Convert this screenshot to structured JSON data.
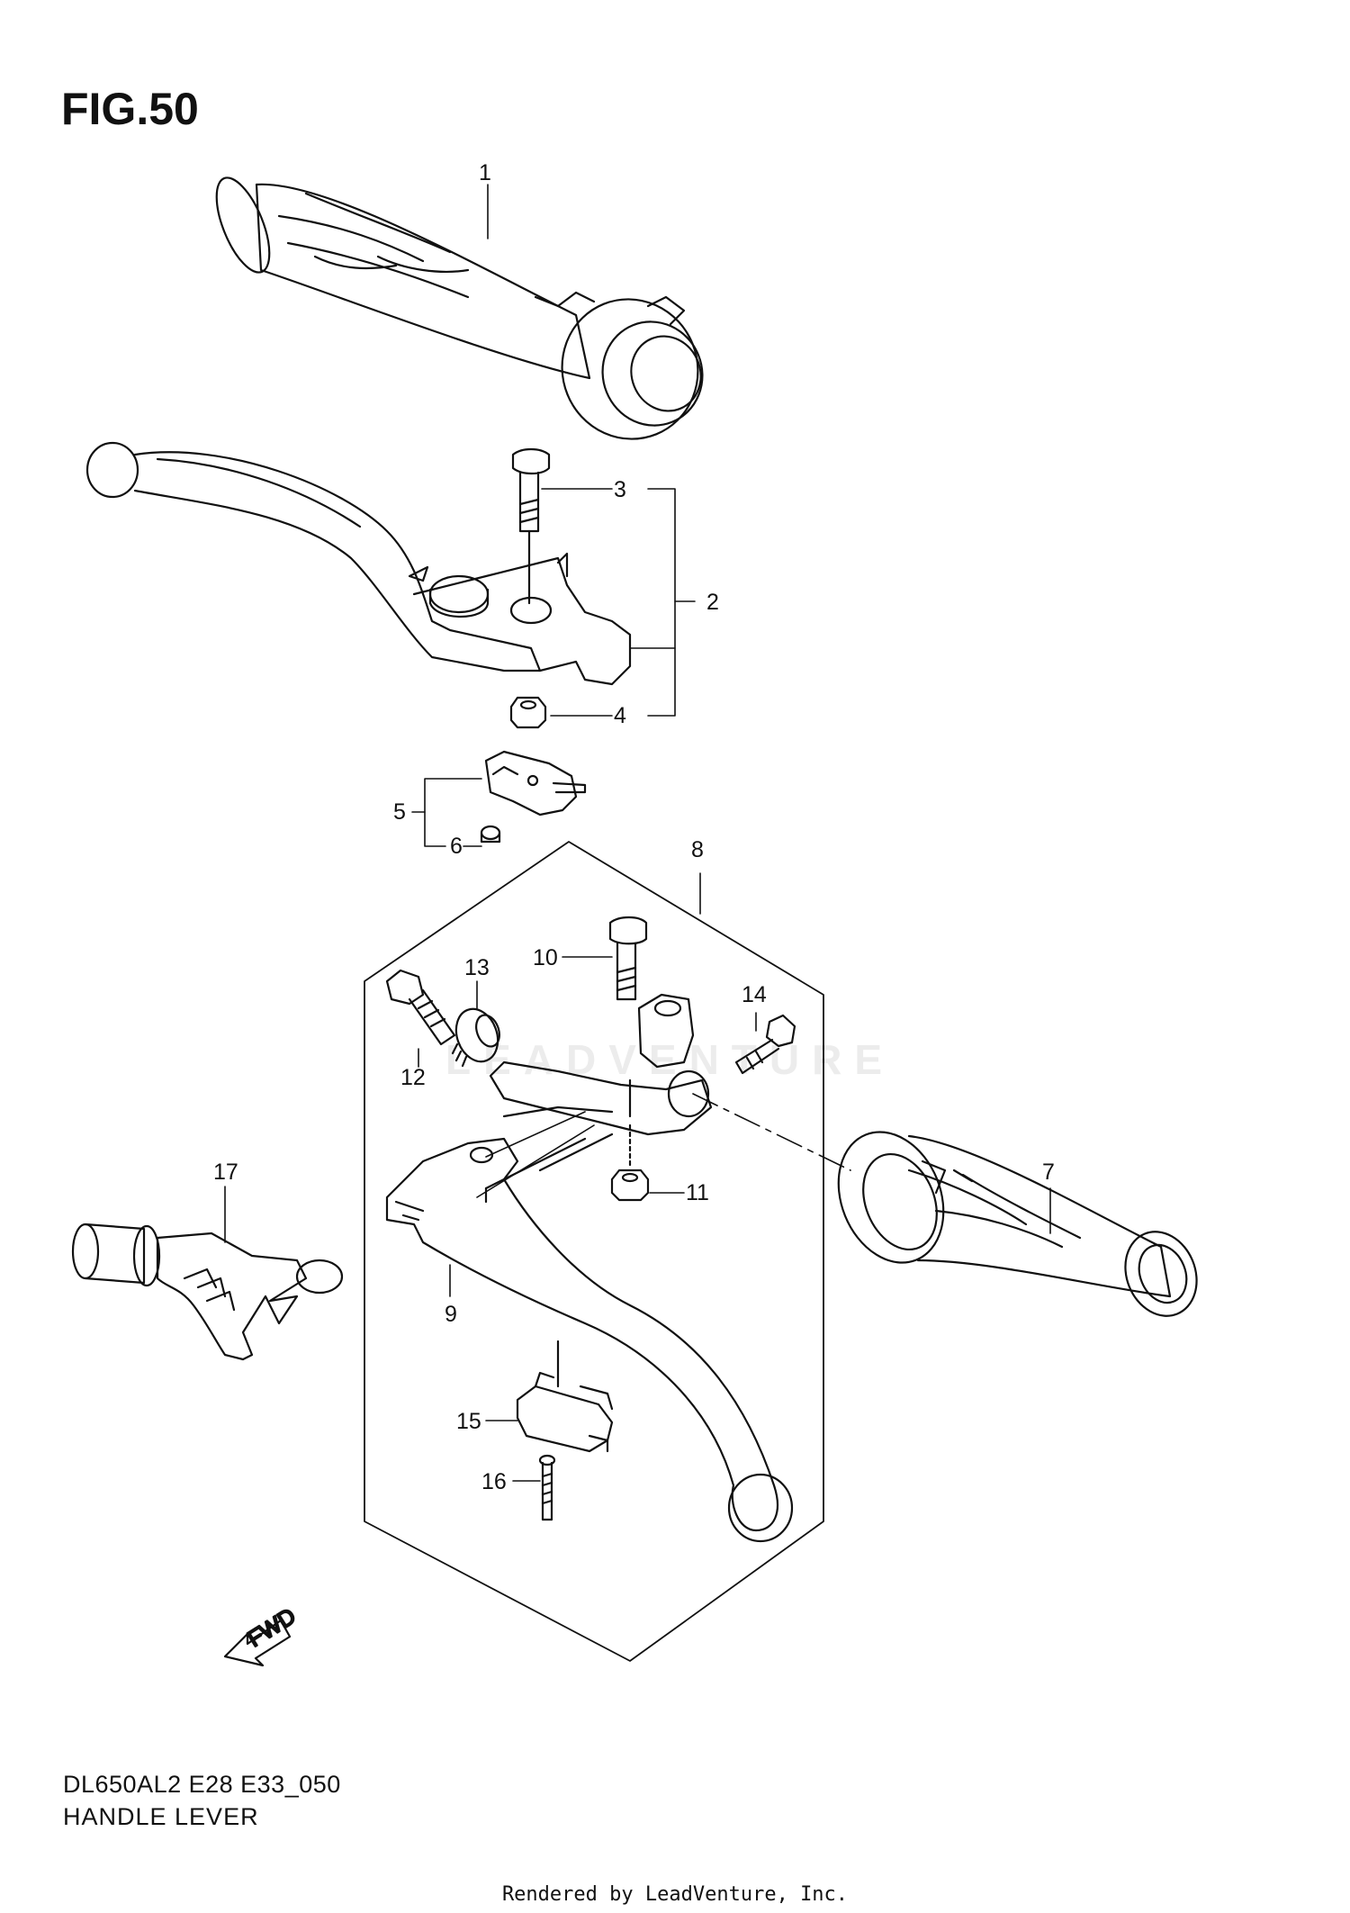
{
  "figure": {
    "title": "FIG.50",
    "model_code": "DL650AL2 E28 E33_050",
    "section_name": "HANDLE LEVER",
    "credit": "Rendered by LeadVenture, Inc.",
    "watermark": "LEADVENTURE",
    "fwd_label": "FWD"
  },
  "callouts": [
    {
      "id": "1",
      "label": "1"
    },
    {
      "id": "2",
      "label": "2"
    },
    {
      "id": "3",
      "label": "3"
    },
    {
      "id": "4",
      "label": "4"
    },
    {
      "id": "5",
      "label": "5"
    },
    {
      "id": "6",
      "label": "6"
    },
    {
      "id": "7",
      "label": "7"
    },
    {
      "id": "8",
      "label": "8"
    },
    {
      "id": "9",
      "label": "9"
    },
    {
      "id": "10",
      "label": "10"
    },
    {
      "id": "11",
      "label": "11"
    },
    {
      "id": "12",
      "label": "12"
    },
    {
      "id": "13",
      "label": "13"
    },
    {
      "id": "14",
      "label": "14"
    },
    {
      "id": "15",
      "label": "15"
    },
    {
      "id": "16",
      "label": "16"
    },
    {
      "id": "17",
      "label": "17"
    }
  ],
  "colors": {
    "line": "#111111",
    "watermark": "#ececec",
    "background": "#ffffff"
  }
}
